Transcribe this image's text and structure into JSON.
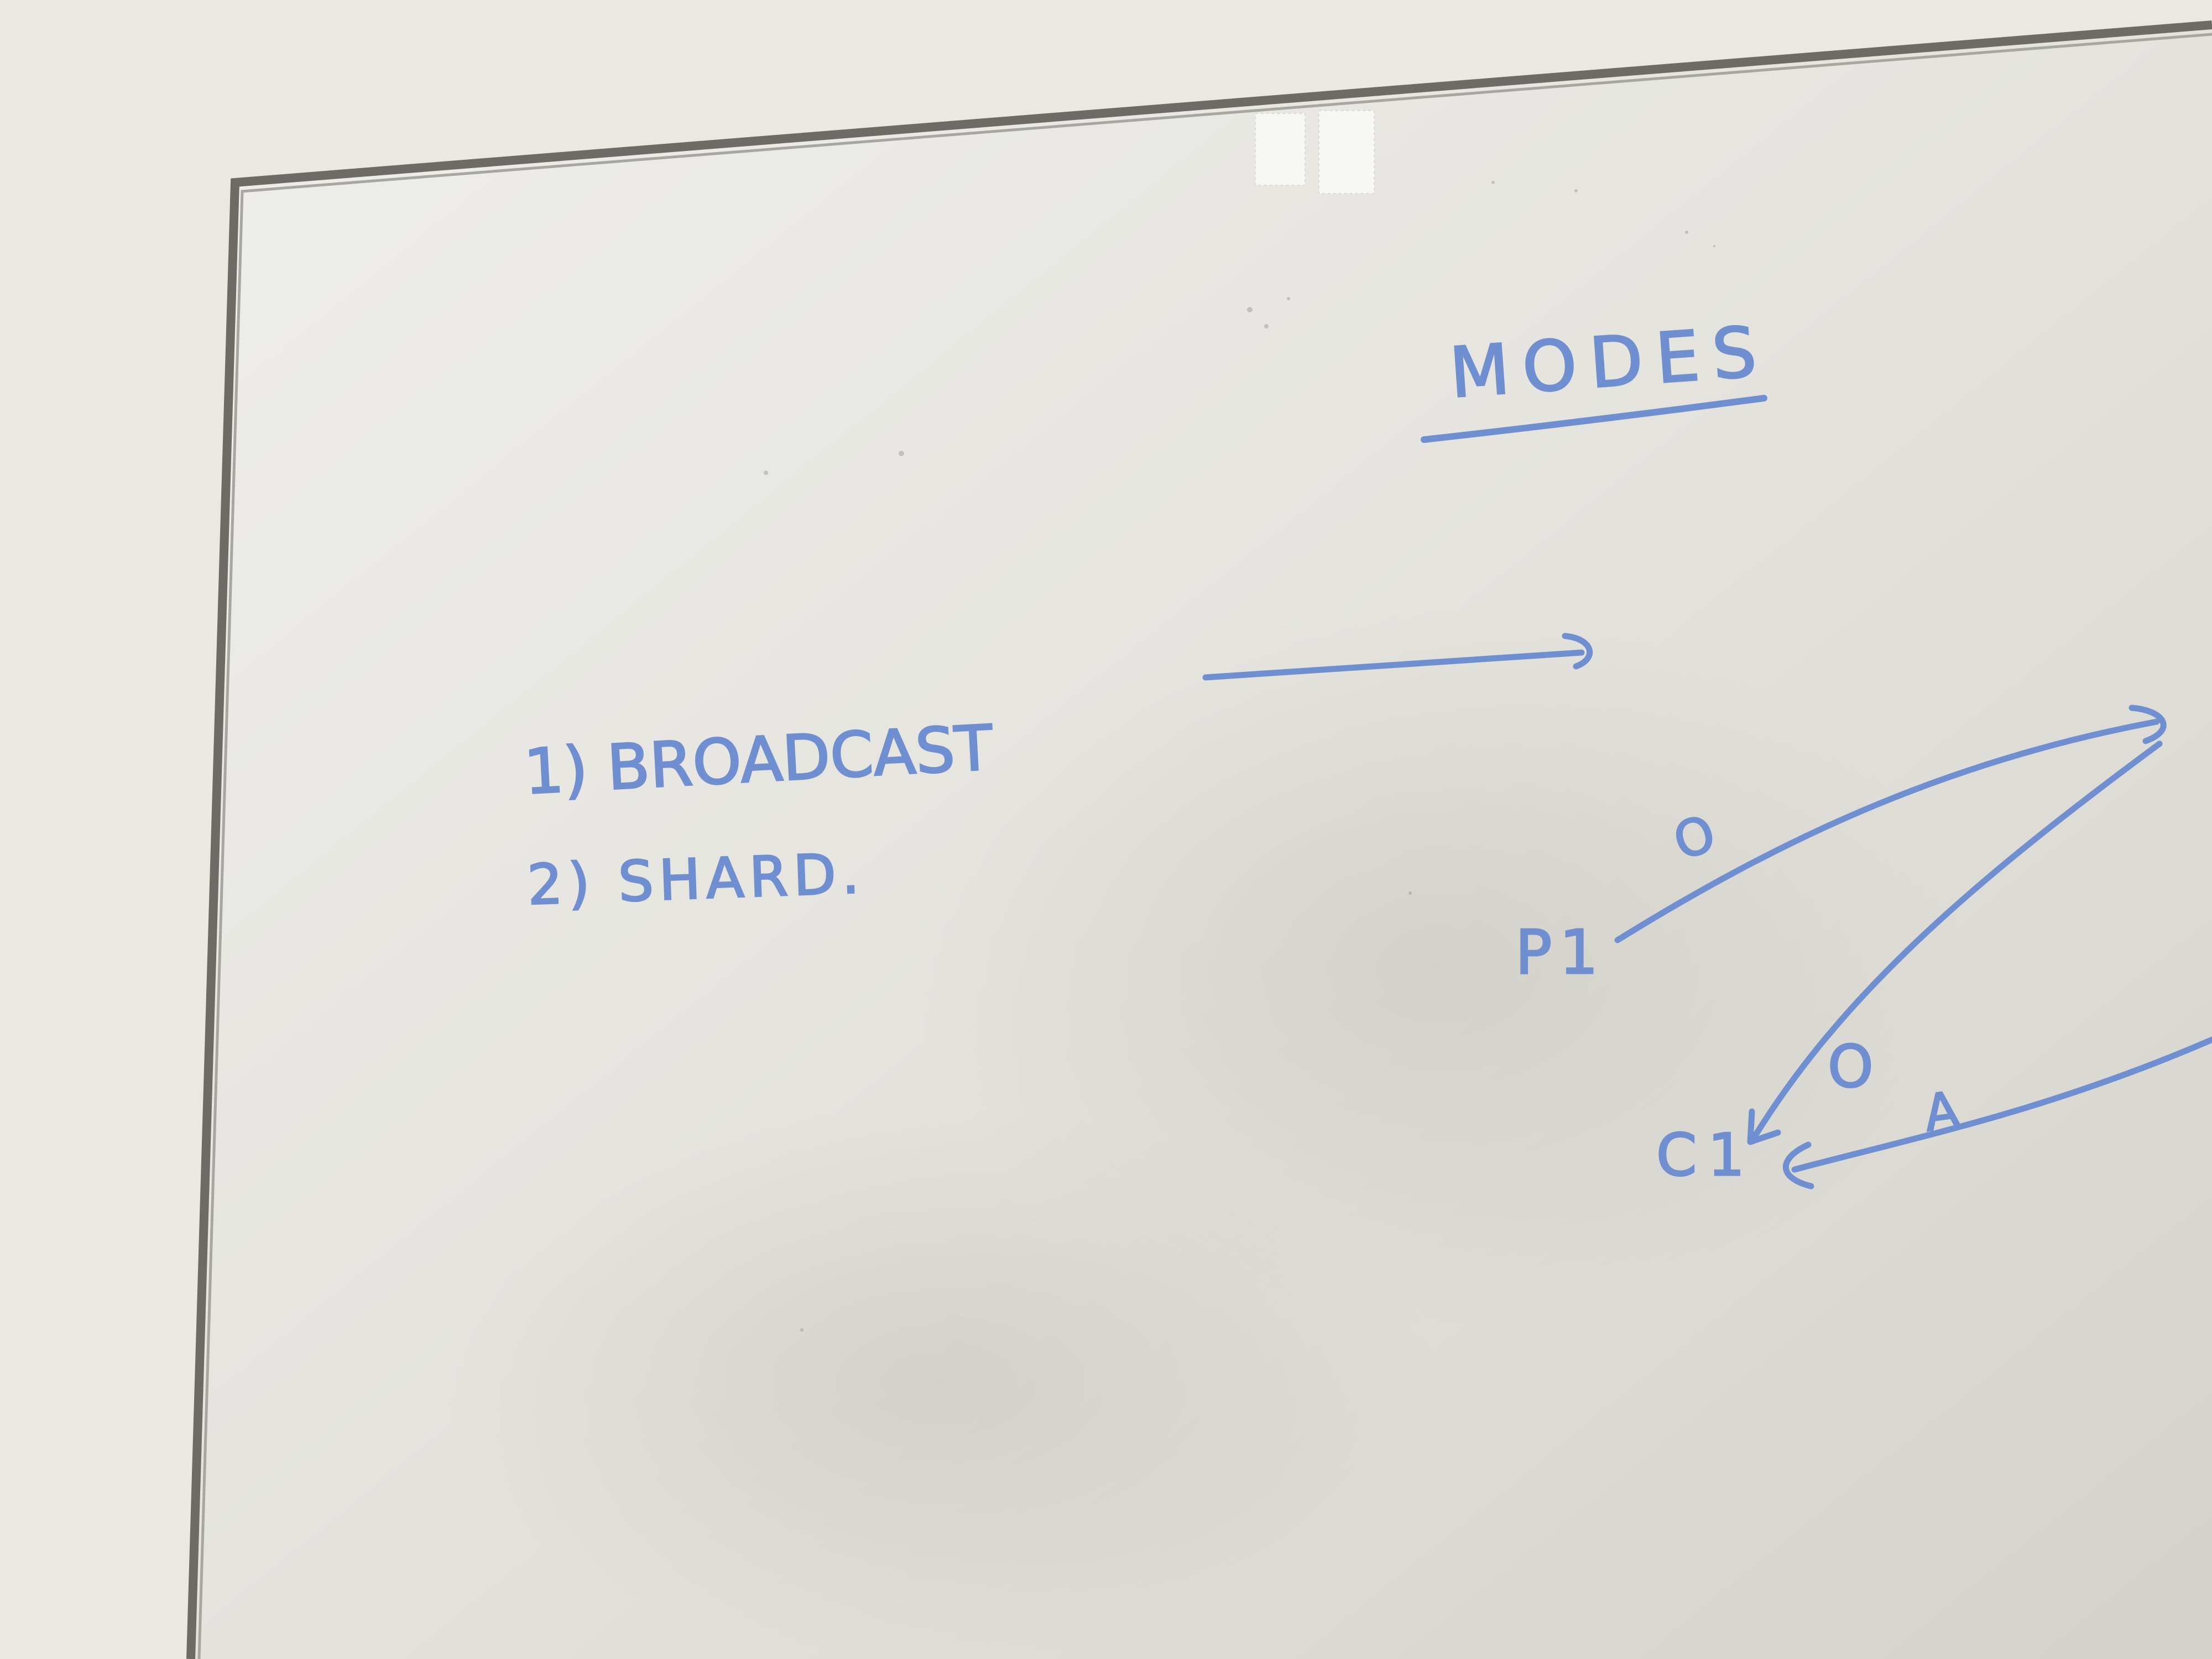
{
  "whiteboard": {
    "heading": "MODES",
    "list_items": [
      "1) BROADCAST",
      "2) SHARD."
    ],
    "diagram": {
      "node_top": "P1",
      "node_bottom": "C1",
      "edge_label_upper": "O",
      "edge_label_middle": "O",
      "edge_label_lower": "A"
    }
  },
  "colors": {
    "wall": "#e9e8e3",
    "board_surface": "#e8e7e2",
    "board_frame": "#6e6a65",
    "marker_ink": "#6f8fd0"
  }
}
